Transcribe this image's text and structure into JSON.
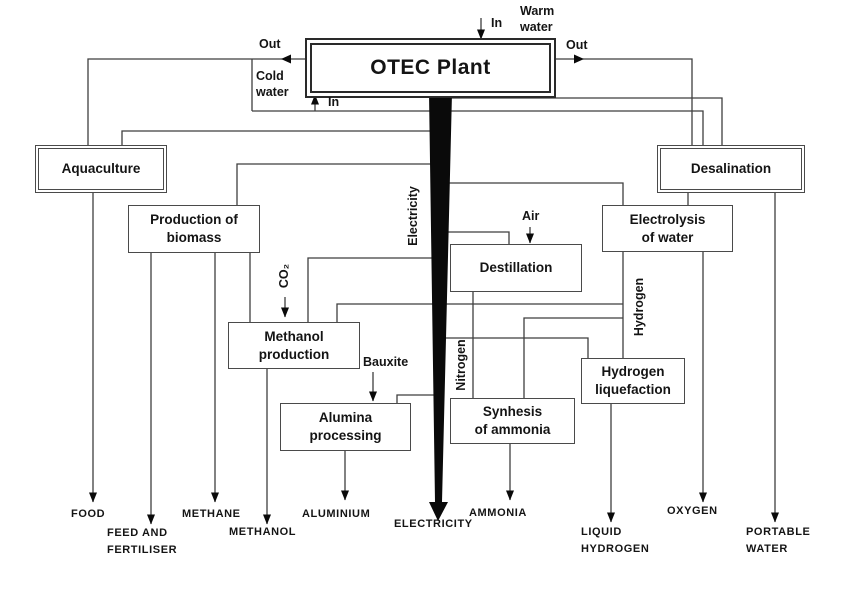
{
  "diagram": {
    "plant_label": "OTEC Plant",
    "boxes": {
      "aquaculture": "Aquaculture",
      "desalination": "Desalination",
      "biomass": "Production of\nbiomass",
      "electrolysis": "Electrolysis\nof water",
      "destillation": "Destillation",
      "methanol_production": "Methanol\nproduction",
      "hydrogen_liquefaction": "Hydrogen\nliquefaction",
      "alumina_processing": "Alumina\nprocessing",
      "ammonia_synthesis": "Synhesis\nof ammonia"
    },
    "water_labels": {
      "warm_water": "Warm\nwater",
      "warm_in": "In",
      "warm_out": "Out",
      "cold_water": "Cold\nwater",
      "cold_in": "In",
      "cold_out": "Out"
    },
    "flow_labels": {
      "electricity": "Electricity",
      "co2": "CO₂",
      "nitrogen": "Nitrogen",
      "hydrogen": "Hydrogen",
      "air": "Air",
      "bauxite": "Bauxite"
    },
    "outputs": {
      "food": "FOOD",
      "feed_and_fertiliser": "FEED AND\nFERTILISER",
      "methane": "METHANE",
      "methanol": "METHANOL",
      "aluminium": "ALUMINIUM",
      "electricity": "ELECTRICITY",
      "ammonia": "AMMONIA",
      "liquid_hydrogen": "LIQUID\nHYDROGEN",
      "oxygen": "OXYGEN",
      "portable_water": "PORTABLE\nWATER"
    },
    "colors": {
      "line": "#3f3f3f",
      "bus": "#0a0a0a",
      "text": "#141414",
      "background": "#ffffff"
    }
  }
}
